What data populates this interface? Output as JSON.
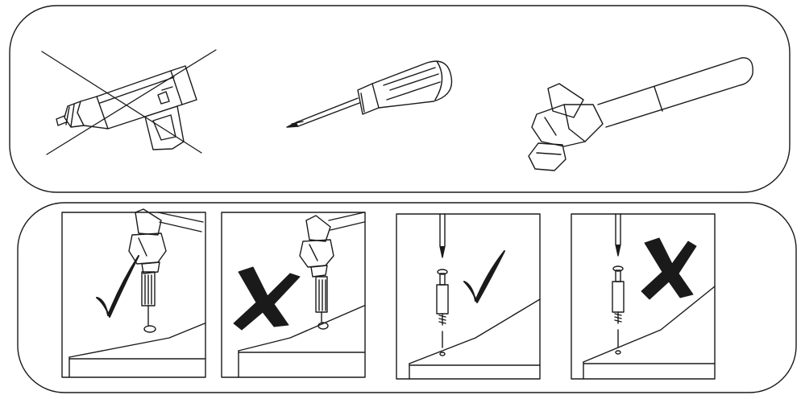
{
  "tools_panel": {
    "tools": [
      {
        "name": "power-drill",
        "allowed": false
      },
      {
        "name": "phillips-screwdriver",
        "allowed": true
      },
      {
        "name": "ball-peen-hammer",
        "allowed": true
      }
    ]
  },
  "steps_panel": {
    "steps": [
      {
        "action": "hammer-dowel-into-hole",
        "verdict": "correct"
      },
      {
        "action": "hammer-dowel-into-hole",
        "verdict": "wrong"
      },
      {
        "action": "screw-cam-bolt-into-hole",
        "verdict": "correct"
      },
      {
        "action": "screw-cam-bolt-into-hole",
        "verdict": "wrong"
      }
    ]
  },
  "colors": {
    "ink": "#1a1a1a",
    "background": "#ffffff"
  }
}
